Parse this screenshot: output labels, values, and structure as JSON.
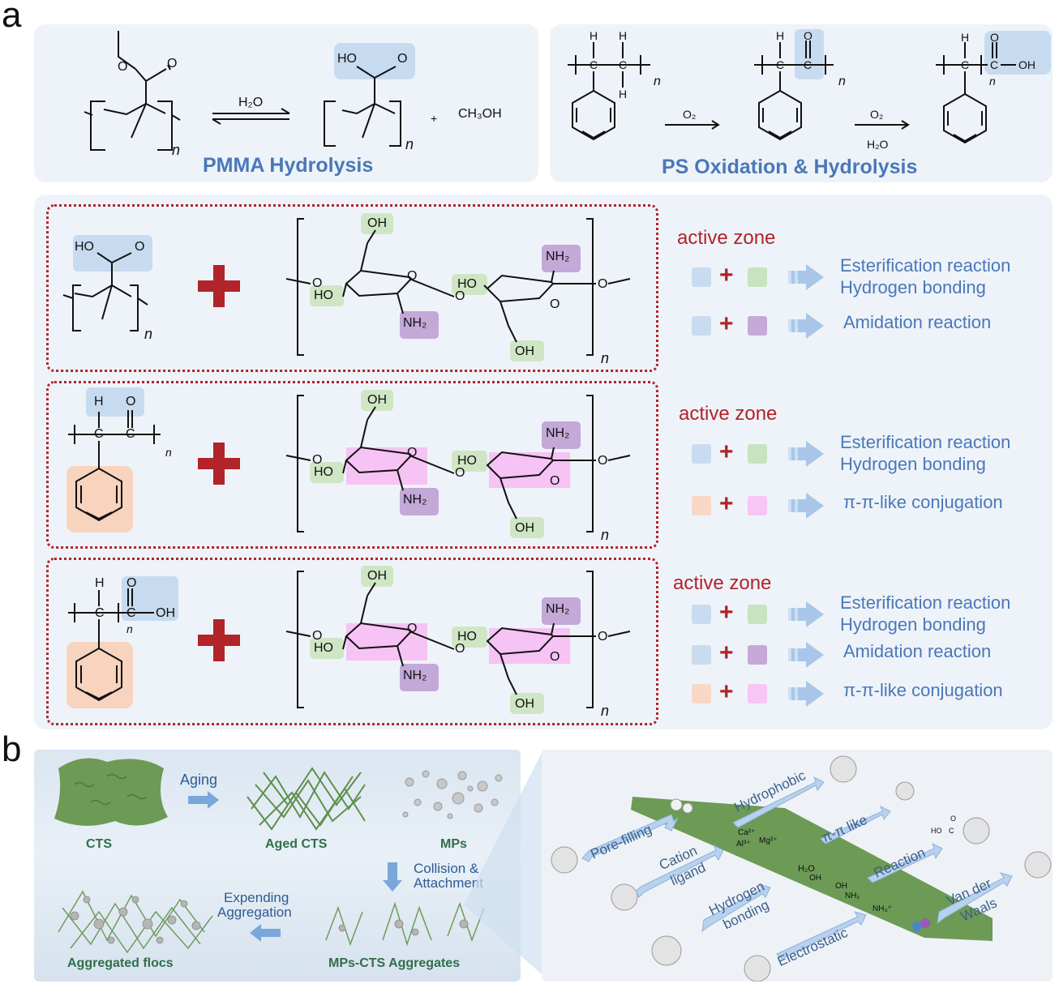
{
  "panel_a": {
    "letter": "a",
    "pmma": {
      "title": "PMMA Hydrolysis",
      "reagent": "H₂O",
      "byproduct": "CH₃OH",
      "plus": "+",
      "n": "n",
      "ho": "HO",
      "o": "O"
    },
    "ps": {
      "title": "PS Oxidation & Hydrolysis",
      "o2_a": "O₂",
      "o2_b": "O₂",
      "h2o": "H₂O",
      "n": "n",
      "h": "H",
      "c": "C",
      "o": "O",
      "oh": "OH"
    },
    "chitosan": {
      "oh": "OH",
      "ho": "HO",
      "nh2": "NH₂",
      "o": "O",
      "n": "n"
    },
    "rows": [
      {
        "active_zone": "active zone",
        "reactions": [
          {
            "a": "#c9dcef",
            "b": "#c8e3c0",
            "text": [
              "Esterification reaction",
              "Hydrogen bonding"
            ]
          },
          {
            "a": "#c9dcef",
            "b": "#c6a9d8",
            "text": [
              "Amidation reaction"
            ]
          }
        ]
      },
      {
        "active_zone": "active zone",
        "reactions": [
          {
            "a": "#c9dcef",
            "b": "#c8e3c0",
            "text": [
              "Esterification reaction",
              "Hydrogen bonding"
            ]
          },
          {
            "a": "#f8d8c5",
            "b": "#f7c6f4",
            "text": [
              "π-π-like conjugation"
            ]
          }
        ]
      },
      {
        "active_zone": "active zone",
        "reactions": [
          {
            "a": "#c9dcef",
            "b": "#c8e3c0",
            "text": [
              "Esterification reaction",
              "Hydrogen bonding"
            ]
          },
          {
            "a": "#c9dcef",
            "b": "#c6a9d8",
            "text": [
              "Amidation reaction"
            ]
          },
          {
            "a": "#f8d8c5",
            "b": "#f7c6f4",
            "text": [
              "π-π-like conjugation"
            ]
          }
        ]
      }
    ]
  },
  "panel_b": {
    "letter": "b",
    "labels": {
      "cts": "CTS",
      "aging": "Aging",
      "aged_cts": "Aged CTS",
      "mps": "MPs",
      "collision": "Collision &",
      "attachment": "Attachment",
      "expending": "Expending",
      "aggregation": "Aggregation",
      "aggregated_flocs": "Aggregated flocs",
      "mps_cts": "MPs-CTS Aggregates"
    },
    "mechanisms": {
      "pore_filling": "Pore-filling",
      "hydrophobic": "Hydrophobic",
      "pi_like": "π-π like",
      "cation": "Cation",
      "ligand": "ligand",
      "reaction": "Reaction",
      "hydrogen": "Hydrogen",
      "bonding": "bonding",
      "van_der": "Van der",
      "waals": "Waals",
      "electrostatic": "Electrostatic"
    },
    "ions": {
      "ca": "Ca²⁺",
      "al": "Al³⁺",
      "mg": "Mg²⁺",
      "h2o": "H₂O",
      "oh": "OH",
      "nh2": "NH₂",
      "nh3": "NH₃⁺",
      "ho_c": "HO",
      "c": "C",
      "o": "O"
    }
  },
  "colors": {
    "title_blue": "#4a78b8",
    "red": "#b0242a",
    "green_sheet": "#6d9a55",
    "arrow_blue": "#a9c6e8"
  }
}
